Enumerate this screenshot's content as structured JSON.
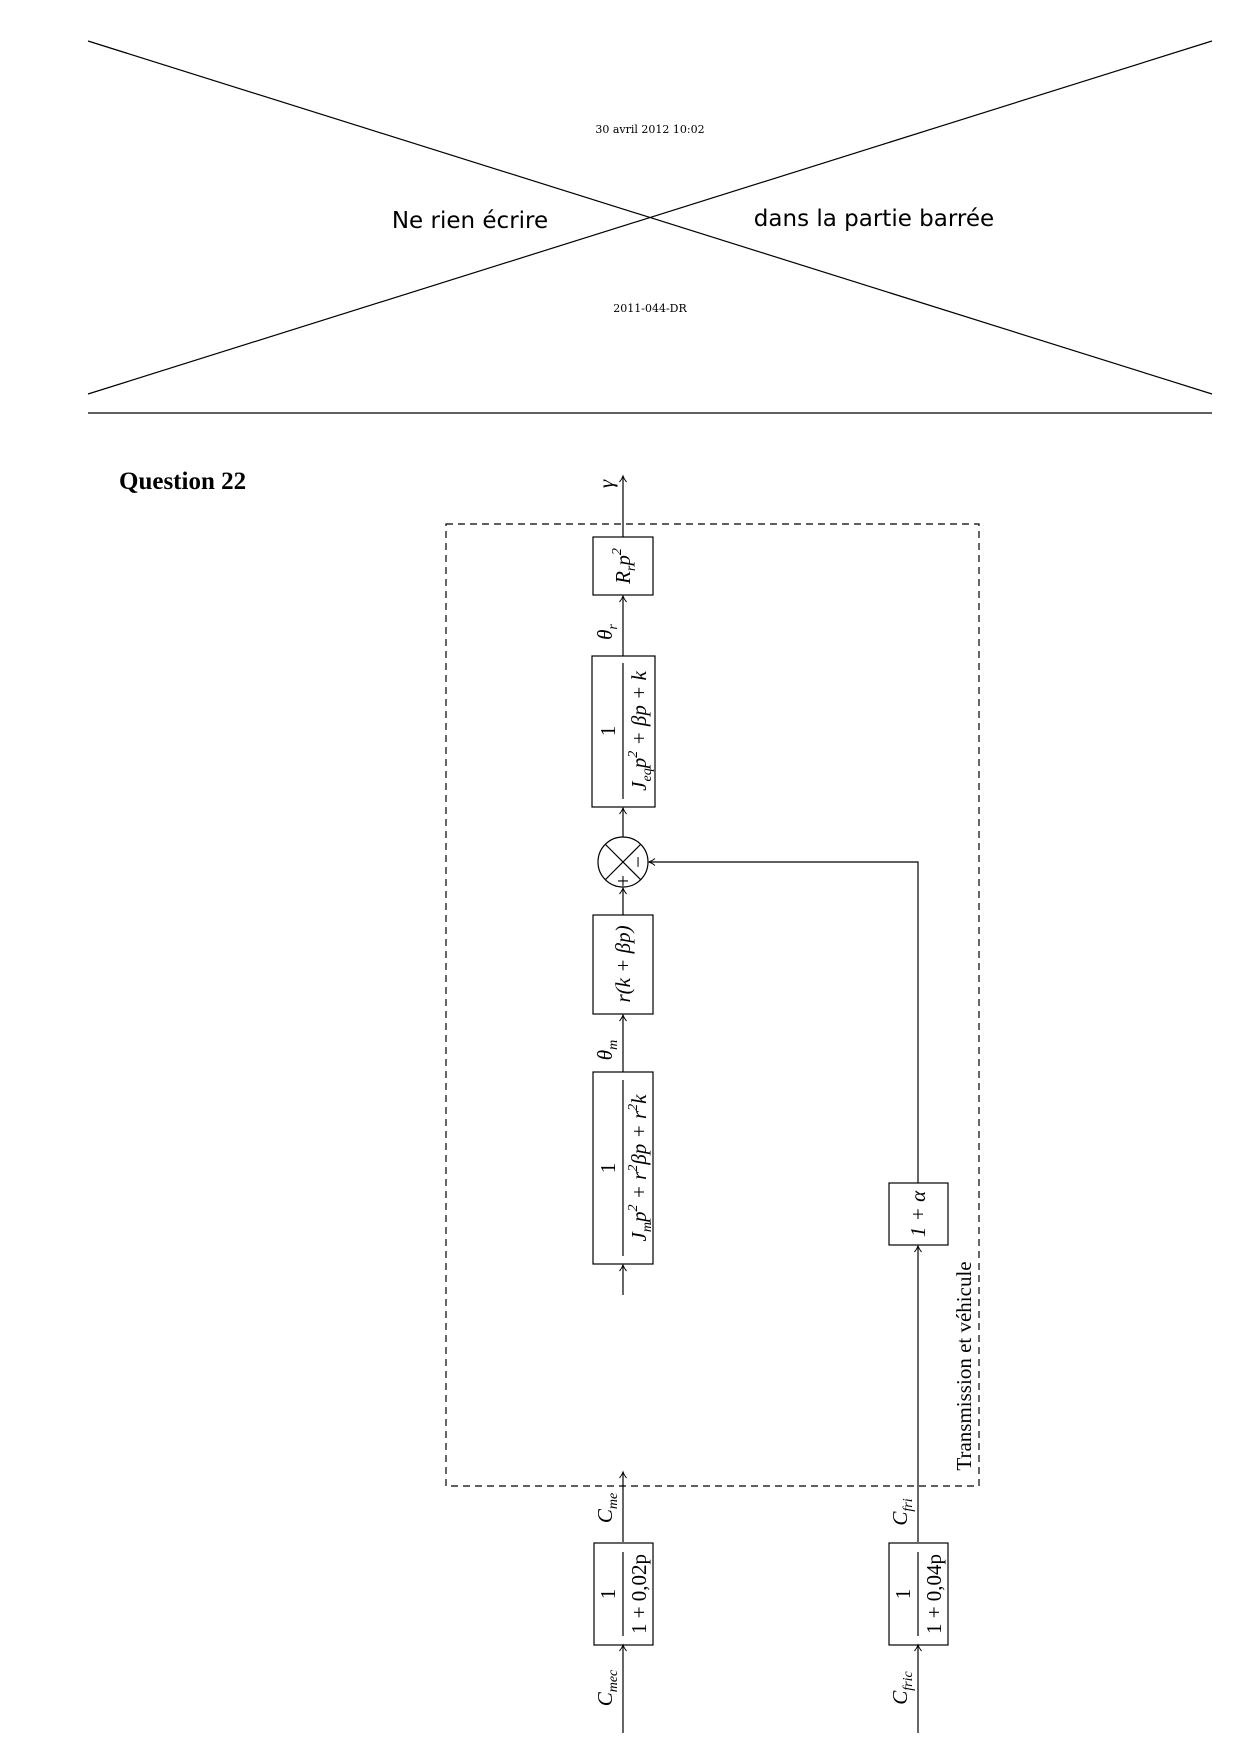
{
  "header": {
    "date": "30 avril 2012 10:02",
    "left_text": "Ne rien écrire",
    "right_text": "dans la partie barrée",
    "code": "2011-044-DR"
  },
  "question": {
    "title": "Question 22"
  },
  "diagram": {
    "group_label": "Transmission et véhicule",
    "output": "γ",
    "theta_r": {
      "base": "θ",
      "sub": "r"
    },
    "theta_m": {
      "base": "θ",
      "sub": "m"
    },
    "c_me": {
      "base": "C",
      "sub": "me"
    },
    "c_mec": {
      "base": "C",
      "sub": "mec"
    },
    "c_fri": {
      "base": "C",
      "sub": "fri"
    },
    "c_fric": {
      "base": "C",
      "sub": "fric"
    },
    "block_rr": {
      "base": "R",
      "sub": "r",
      "var": "p",
      "sup": "2"
    },
    "block_jeq": {
      "num": "1",
      "d1": "J",
      "d1sub": "eq",
      "d2": "p",
      "d2sup": "2",
      "d3": " + βp + k"
    },
    "block_rk": {
      "text": "r(k + βp)"
    },
    "block_jm": {
      "num": "1",
      "d1": "J",
      "d1sub": "m",
      "d2": "p",
      "d2sup": "2",
      "d3": " + r",
      "d3sup": "2",
      "d4": "βp + r",
      "d4sup": "2",
      "d5": "k"
    },
    "block_alpha": {
      "text": "1 + α"
    },
    "block_filter_mec": {
      "num": "1",
      "den": "1 + 0,02p"
    },
    "block_filter_fric": {
      "num": "1",
      "den": "1 + 0,04p"
    },
    "sum_plus": "+",
    "sum_minus": "−"
  }
}
